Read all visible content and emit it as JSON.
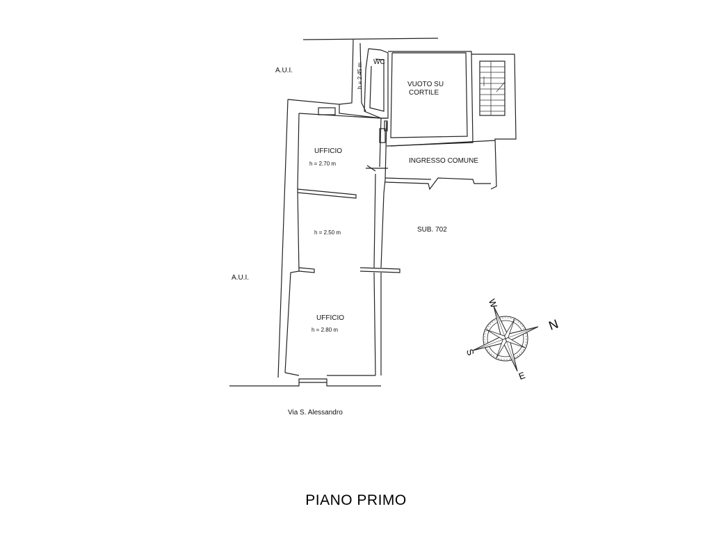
{
  "plan": {
    "title": "PIANO PRIMO",
    "street": "Via S. Alessandro",
    "neighbors": [
      {
        "label": "A.U.I."
      },
      {
        "label": "A.U.I."
      },
      {
        "label": "SUB. 702"
      }
    ],
    "rooms": {
      "wc": {
        "label": "WC",
        "height": "h = 2.45 m"
      },
      "courtyard_void": {
        "line1": "VUOTO SU",
        "line2": "CORTILE"
      },
      "office_top": {
        "label": "UFFICIO",
        "height": "h = 2.70 m"
      },
      "common_entrance": {
        "label": "INGRESSO COMUNE"
      },
      "middle_room": {
        "height": "h = 2.50 m"
      },
      "office_bottom": {
        "label": "UFFICIO",
        "height": "h = 2.80 m"
      }
    },
    "compass": {
      "n": "N",
      "s": "S",
      "e": "E",
      "w": "W"
    }
  }
}
